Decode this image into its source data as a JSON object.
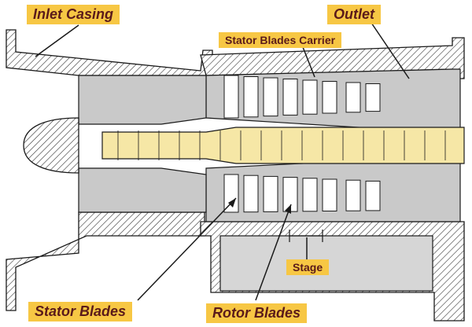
{
  "labels": {
    "inlet_casing": "Inlet Casing",
    "outlet": "Outlet",
    "stator_blades_carrier": "Stator Blades Carrier",
    "stage": "Stage",
    "stator_blades": "Stator Blades",
    "rotor_blades": "Rotor Blades"
  },
  "colors": {
    "callout_fill": "#f7c744",
    "callout_text": "#5a1a1a",
    "casing_fill": "#c9c9c9",
    "rotor_fill": "#f6e7a6",
    "blade_fill": "#ffffff",
    "line": "#1a1a1a"
  }
}
